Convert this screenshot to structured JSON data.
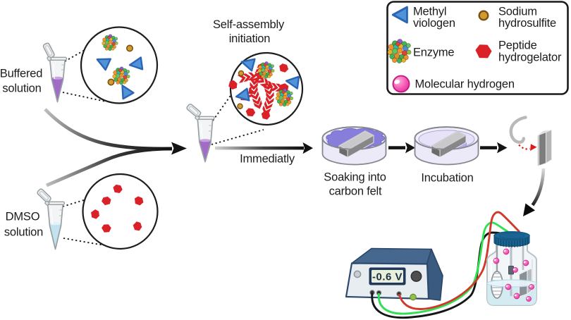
{
  "figure": {
    "type": "scientific-workflow-diagram",
    "background": "#ffffff",
    "labels": {
      "buffered_solution": {
        "line1": "Buffered",
        "line2": "solution"
      },
      "dmso_solution": {
        "line1": "DMSO",
        "line2": "solution"
      },
      "self_assembly": {
        "line1": "Self-assembly",
        "line2": "initiation"
      },
      "immediately": "Immediatly",
      "soaking": {
        "line1": "Soaking into",
        "line2": "carbon felt"
      },
      "incubation": "Incubation"
    },
    "potentiostat": {
      "display_value": "-0.6 V"
    },
    "legend": {
      "methyl_viologen": {
        "line1": "Methyl",
        "line2": "viologen",
        "icon": "methyl-viologen-triangle-icon",
        "color": "#4a90d9"
      },
      "sodium_hydrosulfite": {
        "line1": "Sodium",
        "line2": "hydrosulfite",
        "icon": "sodium-hydrosulfite-dot-icon",
        "color": "#d09c2e"
      },
      "enzyme": {
        "label": "Enzyme",
        "icon": "enzyme-blob-icon"
      },
      "peptide_hydrogelator": {
        "line1": "Peptide",
        "line2": "hydrogelator",
        "icon": "peptide-hexagon-icon",
        "color": "#da2127"
      },
      "molecular_hydrogen": {
        "label": "Molecular hydrogen",
        "icon": "hydrogen-sphere-icon",
        "color": "#f14fae"
      }
    },
    "colors": {
      "purple_solution": "#a06cc8",
      "dmso_liquid": "#c3e2ef",
      "petri_gel": "#8f86da",
      "wire_red": "#cf3a2c",
      "wire_green": "#2fe052",
      "wire_black": "#151515",
      "jar_cap_blue": "#1d6a99",
      "device_blue": "#46678e",
      "arrow_black": "#141414"
    }
  }
}
